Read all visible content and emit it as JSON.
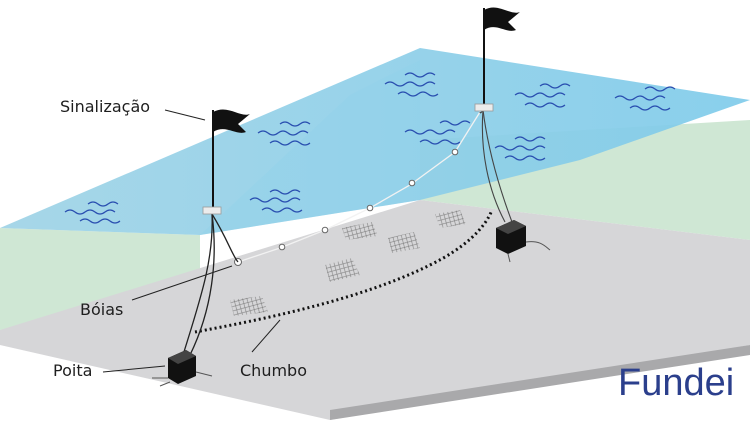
{
  "labels": {
    "signaling": "Sinalização",
    "buoys": "Bóias",
    "weight": "Chumbo",
    "anchor": "Poita"
  },
  "title": "Fundei",
  "colors": {
    "water": "#a8dcef",
    "water_edge": "#7fcbea",
    "side_green": "#cfe7d4",
    "seabed": "#d6d6d8",
    "seabed_edge": "#a9a9ab",
    "wave": "#2a4fb0",
    "flag": "#111111",
    "title": "#2b3f8c"
  },
  "icons": [
    "flag-icon",
    "float-icon",
    "anchor-block-icon"
  ]
}
